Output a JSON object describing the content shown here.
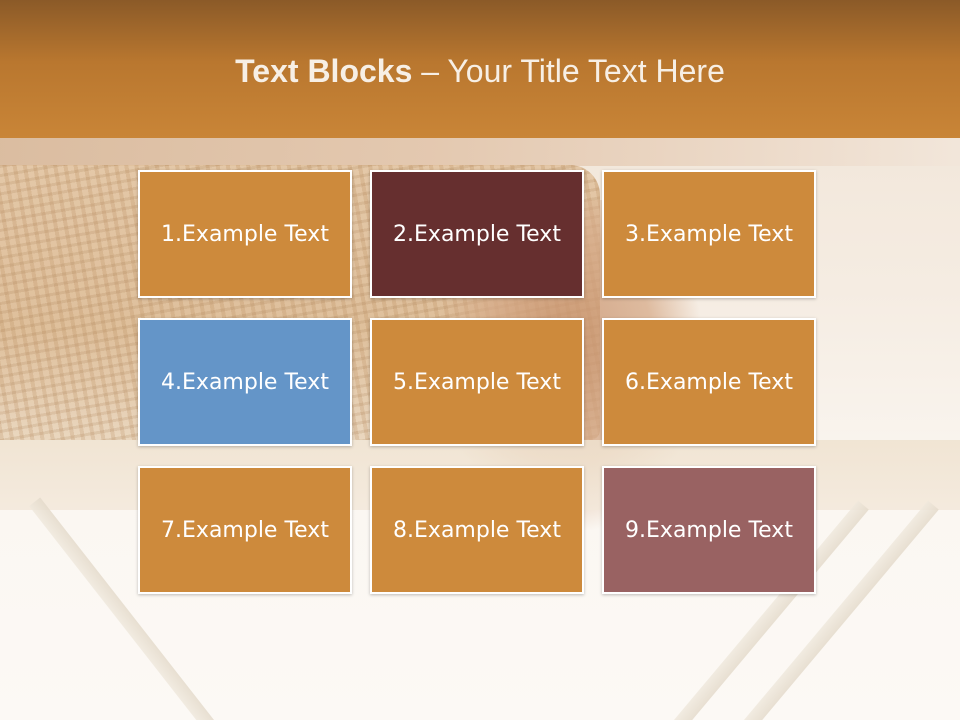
{
  "header": {
    "title_bold": "Text Blocks",
    "title_sep": " – ",
    "title_rest": "Your Title Text Here"
  },
  "colors": {
    "header": "#c98537",
    "orange_block": "#cd8a3c",
    "dark_block": "#662f2f",
    "blue_block": "#6495c8",
    "mauve_block": "#996262"
  },
  "blocks": [
    {
      "label": "1.Example Text",
      "color": "#cd8a3c"
    },
    {
      "label": "2.Example Text",
      "color": "#662f2f"
    },
    {
      "label": "3.Example Text",
      "color": "#cd8a3c"
    },
    {
      "label": "4.Example Text",
      "color": "#6495c8"
    },
    {
      "label": "5.Example Text",
      "color": "#cd8a3c"
    },
    {
      "label": "6.Example Text",
      "color": "#cd8a3c"
    },
    {
      "label": "7.Example Text",
      "color": "#cd8a3c"
    },
    {
      "label": "8.Example Text",
      "color": "#cd8a3c"
    },
    {
      "label": "9.Example Text",
      "color": "#996262"
    }
  ]
}
